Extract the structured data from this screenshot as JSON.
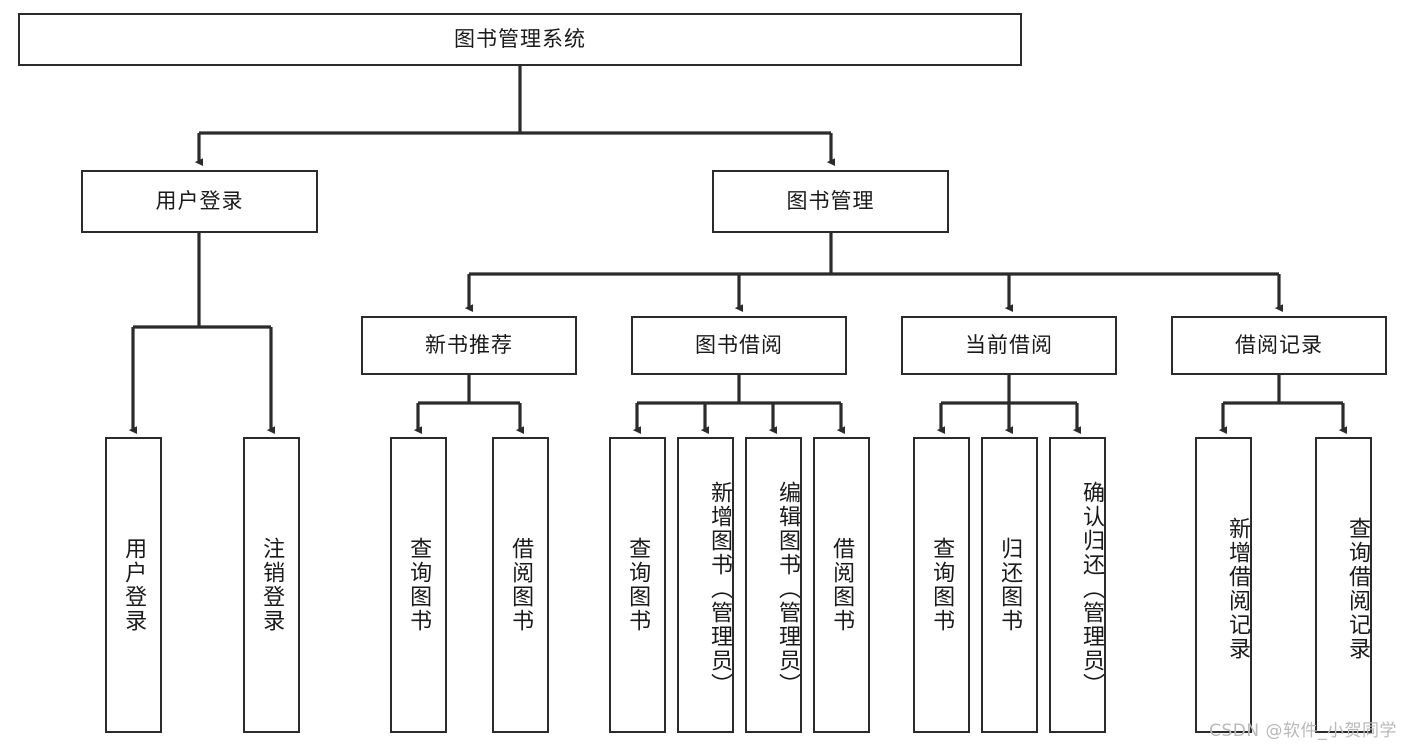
{
  "diagram": {
    "type": "tree",
    "title": "图书管理系统",
    "style": {
      "box_fill": "#ffffff",
      "box_stroke": "#2b2b2b",
      "edge_color": "#2b2b2b",
      "text_color": "#1a1a1a",
      "background": "#ffffff",
      "watermark_color": "#b9b9b9"
    },
    "nodes": {
      "root": {
        "label": "图书管理系统",
        "level": 0,
        "orientation": "horizontal"
      },
      "l1_user": {
        "label": "用户登录",
        "level": 1,
        "orientation": "horizontal"
      },
      "l1_book": {
        "label": "图书管理",
        "level": 1,
        "orientation": "horizontal"
      },
      "l2_newbook": {
        "label": "新书推荐",
        "level": 2,
        "orientation": "horizontal"
      },
      "l2_borrow": {
        "label": "图书借阅",
        "level": 2,
        "orientation": "horizontal"
      },
      "l2_current": {
        "label": "当前借阅",
        "level": 2,
        "orientation": "horizontal"
      },
      "l2_record": {
        "label": "借阅记录",
        "level": 2,
        "orientation": "horizontal"
      },
      "leaf_user_login": {
        "label": "用户登录",
        "level": 3,
        "orientation": "vertical"
      },
      "leaf_user_logout": {
        "label": "注销登录",
        "level": 3,
        "orientation": "vertical"
      },
      "leaf_new_query": {
        "label": "查询图书",
        "level": 3,
        "orientation": "vertical"
      },
      "leaf_new_borrow": {
        "label": "借阅图书",
        "level": 3,
        "orientation": "vertical"
      },
      "leaf_b_query": {
        "label": "查询图书",
        "level": 3,
        "orientation": "vertical"
      },
      "leaf_b_add": {
        "label": "新增图书（管理员）",
        "level": 3,
        "orientation": "vertical"
      },
      "leaf_b_edit": {
        "label": "编辑图书（管理员）",
        "level": 3,
        "orientation": "vertical"
      },
      "leaf_b_borrow": {
        "label": "借阅图书",
        "level": 3,
        "orientation": "vertical"
      },
      "leaf_c_query": {
        "label": "查询图书",
        "level": 3,
        "orientation": "vertical"
      },
      "leaf_c_return": {
        "label": "归还图书",
        "level": 3,
        "orientation": "vertical"
      },
      "leaf_c_confirm": {
        "label": "确认归还（管理员）",
        "level": 3,
        "orientation": "vertical"
      },
      "leaf_r_add": {
        "label": "新增借阅记录",
        "level": 3,
        "orientation": "vertical"
      },
      "leaf_r_query": {
        "label": "查询借阅记录",
        "level": 3,
        "orientation": "vertical"
      }
    },
    "edges": [
      {
        "from": "root",
        "to": "l1_user"
      },
      {
        "from": "root",
        "to": "l1_book"
      },
      {
        "from": "l1_user",
        "to": "leaf_user_login"
      },
      {
        "from": "l1_user",
        "to": "leaf_user_logout"
      },
      {
        "from": "l1_book",
        "to": "l2_newbook"
      },
      {
        "from": "l1_book",
        "to": "l2_borrow"
      },
      {
        "from": "l1_book",
        "to": "l2_current"
      },
      {
        "from": "l1_book",
        "to": "l2_record"
      },
      {
        "from": "l2_newbook",
        "to": "leaf_new_query"
      },
      {
        "from": "l2_newbook",
        "to": "leaf_new_borrow"
      },
      {
        "from": "l2_borrow",
        "to": "leaf_b_query"
      },
      {
        "from": "l2_borrow",
        "to": "leaf_b_add"
      },
      {
        "from": "l2_borrow",
        "to": "leaf_b_edit"
      },
      {
        "from": "l2_borrow",
        "to": "leaf_b_borrow"
      },
      {
        "from": "l2_current",
        "to": "leaf_c_query"
      },
      {
        "from": "l2_current",
        "to": "leaf_c_return"
      },
      {
        "from": "l2_current",
        "to": "leaf_c_confirm"
      },
      {
        "from": "l2_record",
        "to": "leaf_r_add"
      },
      {
        "from": "l2_record",
        "to": "leaf_r_query"
      }
    ]
  },
  "watermark": {
    "text": "CSDN @软件_小贺同学"
  }
}
